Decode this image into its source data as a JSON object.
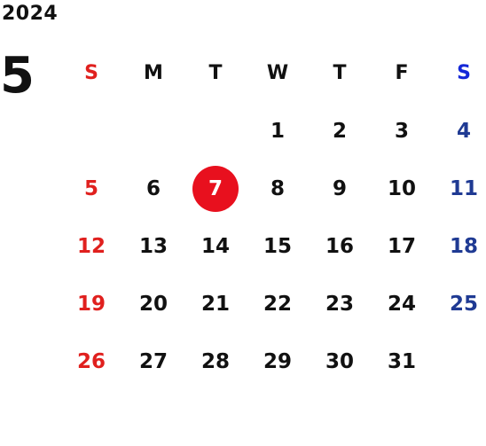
{
  "year": "2024",
  "month": "5",
  "weekdays": [
    "S",
    "M",
    "T",
    "W",
    "T",
    "F",
    "S"
  ],
  "weeks": [
    [
      "",
      "",
      "",
      "1",
      "2",
      "3",
      "4"
    ],
    [
      "5",
      "6",
      "7",
      "8",
      "9",
      "10",
      "11"
    ],
    [
      "12",
      "13",
      "14",
      "15",
      "16",
      "17",
      "18"
    ],
    [
      "19",
      "20",
      "21",
      "22",
      "23",
      "24",
      "25"
    ],
    [
      "26",
      "27",
      "28",
      "29",
      "30",
      "31",
      ""
    ]
  ],
  "today": "7",
  "colors": {
    "sunday": "#e0201e",
    "saturday": "#1f3a93",
    "today_highlight": "#e8101e",
    "text": "#111111"
  }
}
